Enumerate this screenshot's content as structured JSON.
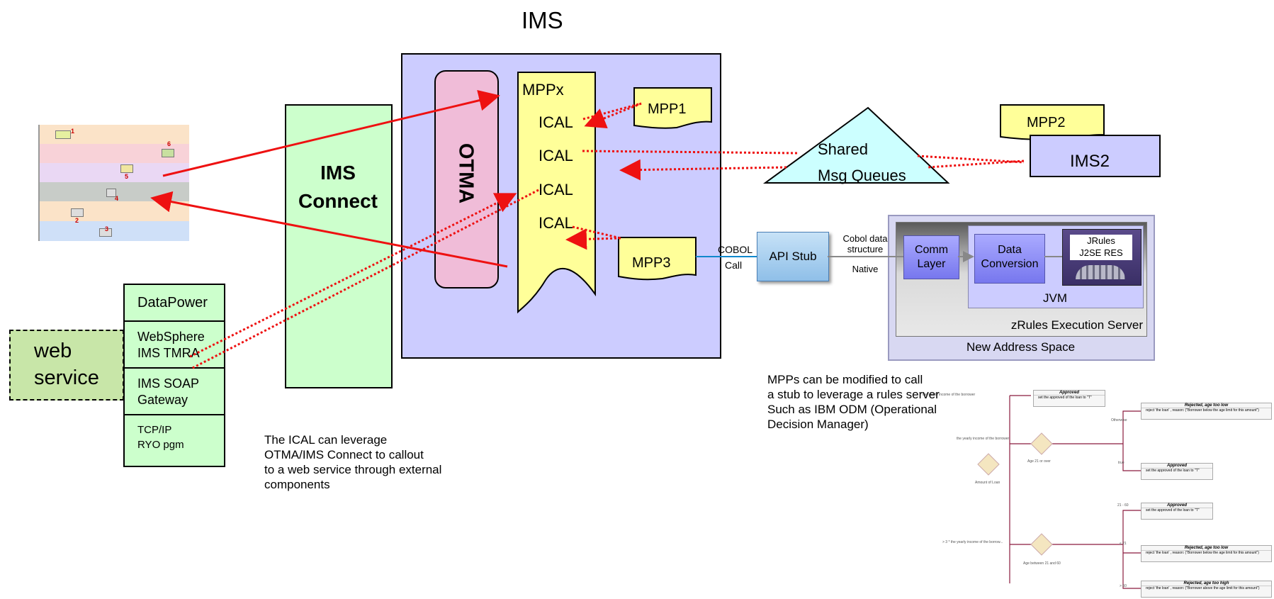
{
  "title": "IMS",
  "ims_connect": {
    "line1": "IMS",
    "line2": "Connect"
  },
  "otma": "OTMA",
  "mppx": {
    "label": "MPPx",
    "icals": [
      "ICAL",
      "ICAL",
      "ICAL",
      "ICAL"
    ]
  },
  "mpp1": "MPP1",
  "mpp2": "MPP2",
  "mpp3": "MPP3",
  "ims2": "IMS2",
  "shared_queues": {
    "line1": "Shared",
    "line2": "Msg Queues"
  },
  "cobol_call": {
    "line1": "COBOL",
    "line2": "Call"
  },
  "api_stub": "API Stub",
  "cobol_structure": {
    "line1": "Cobol data",
    "line2": "structure",
    "line3": "Native"
  },
  "zrules": {
    "comm_layer": {
      "line1": "Comm",
      "line2": "Layer"
    },
    "data_conversion": {
      "line1": "Data",
      "line2": "Conversion"
    },
    "jrules": {
      "line1": "JRules",
      "line2": "J2SE RES"
    },
    "jvm": "JVM",
    "server": "zRules Execution Server",
    "address_space": "New Address Space"
  },
  "web_service": {
    "line1": "web",
    "line2": "service"
  },
  "gateway_stack": [
    {
      "line1": "DataPower",
      "line2": ""
    },
    {
      "line1": "WebSphere",
      "line2": "IMS  TMRA"
    },
    {
      "line1": "IMS SOAP",
      "line2": "Gateway"
    },
    {
      "line1": "TCP/IP",
      "line2": "RYO pgm"
    }
  ],
  "note_ical": {
    "line1": "The ICAL can leverage",
    "line2": "OTMA/IMS Connect to  callout",
    "line3": "to a web service through external",
    "line4": "components"
  },
  "note_mpp": {
    "line1": "MPPs can be modified to call",
    "line2": "a stub to leverage a rules server",
    "line3": "Such as IBM ODM (Operational",
    "line4": "Decision Manager)"
  },
  "decision_tree": {
    "row_labels": [
      "the yearly income of the borrower",
      "the yearly income of the borrower",
      "Amount of Loan",
      "> 3 * the yearly income of the borrow..."
    ],
    "decisions": [
      "Age 21 or over",
      "Age between 21 and 60"
    ],
    "results": [
      {
        "title": "Approved",
        "action": "set the approved of the loan to \"T\""
      },
      {
        "title": "Rejected, age too low",
        "action": "reject 'the loan' , reason: (\"Borrower below the age limit for this amount\")"
      },
      {
        "title": "Approved",
        "action": "set the approved of the loan to \"T\""
      },
      {
        "title": "Approved",
        "action": "set the approved of the loan to \"T\""
      },
      {
        "title": "Rejected, age too low",
        "action": "reject 'the loan' , reason: (\"Borrower below the age limit for this amount\")"
      },
      {
        "title": "Rejected, age too high",
        "action": "reject 'the loan' , reason: (\"Borrower above the age limit for this amount\")"
      }
    ],
    "branch_labels": [
      "Otherwise",
      "true",
      "21 - 60",
      "≤ 21",
      "> 60"
    ]
  },
  "workflow_thumbnail": {
    "numbers": [
      "1",
      "2",
      "3",
      "4",
      "5",
      "6"
    ]
  },
  "colors": {
    "ims_bg": "#ccccff",
    "otma_bg": "#f0bcd8",
    "connect_bg": "#ccffcc",
    "note_yellow": "#ffff99",
    "queue_cyan": "#ccffff",
    "web_service_bg": "#c8e6a8",
    "api_stub": "#a8cff0",
    "arrow_red": "#ee1111",
    "jvm_bg": "#ccccff"
  }
}
